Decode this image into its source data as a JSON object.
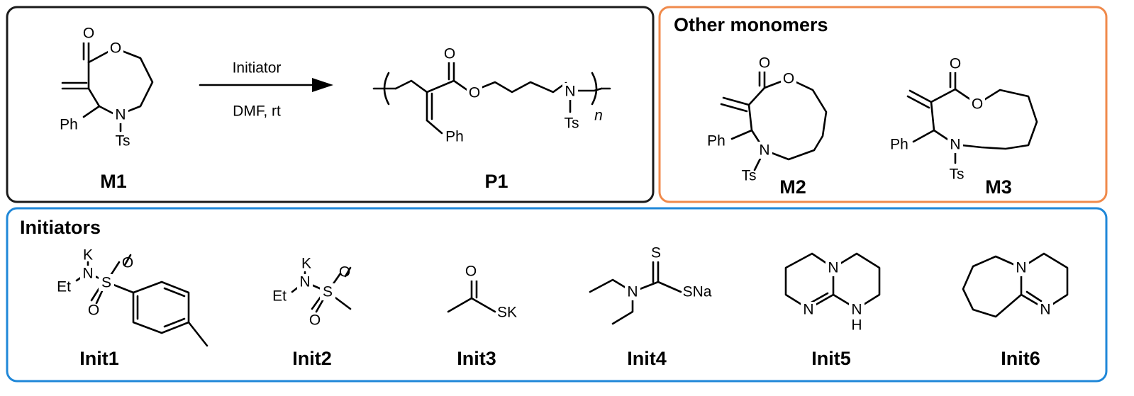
{
  "colors": {
    "reaction_frame": "#1a1a1a",
    "other_monomers_frame": "#f08a4b",
    "initiators_frame": "#1f87d8"
  },
  "reaction": {
    "arrow_above": "Initiator",
    "arrow_below": "DMF, rt",
    "monomer_label": "M1",
    "polymer_label": "P1",
    "repeat_subscript": "n"
  },
  "other_monomers": {
    "title": "Other monomers",
    "labels": [
      "M2",
      "M3"
    ]
  },
  "initiators": {
    "title": "Initiators",
    "labels": [
      "Init1",
      "Init2",
      "Init3",
      "Init4",
      "Init5",
      "Init6"
    ]
  },
  "atoms": {
    "o": "O",
    "n": "N",
    "ph": "Ph",
    "ts": "Ts",
    "k": "K",
    "et": "Et",
    "s": "S",
    "sk": "SK",
    "sna": "SNa",
    "h": "H"
  }
}
